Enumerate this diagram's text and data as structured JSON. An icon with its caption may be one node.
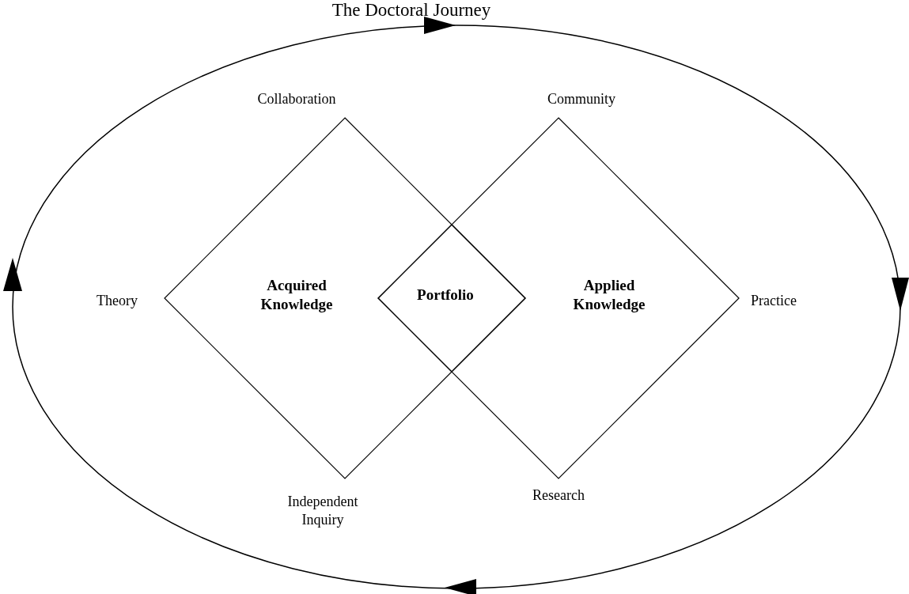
{
  "diagram": {
    "title": "The Doctoral Journey",
    "nodes": [
      {
        "text": [
          "Acquired Knowledge"
        ]
      },
      {
        "text": [
          "Applied Knowledge"
        ]
      },
      {
        "text": [
          "Portfolio"
        ]
      }
    ],
    "edges": [],
    "labels": [
      "Collaboration",
      "Community",
      "Theory",
      "Practice",
      "Independent Inquiry",
      "Research"
    ]
  }
}
